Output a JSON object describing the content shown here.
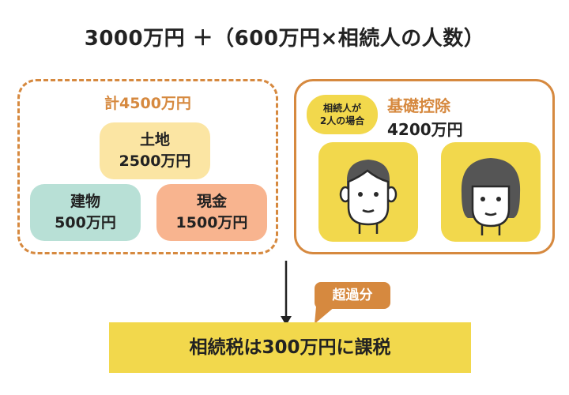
{
  "formula": "3000万円 ＋（600万円×相続人の人数）",
  "estate": {
    "total": "計4500万円",
    "assets": [
      {
        "name": "土地",
        "amount": "2500万円",
        "color": "#fbe5a3"
      },
      {
        "name": "建物",
        "amount": "500万円",
        "color": "#b8e0d6"
      },
      {
        "name": "現金",
        "amount": "1500万円",
        "color": "#f8b48f"
      }
    ]
  },
  "deduction": {
    "badge_line1": "相続人が",
    "badge_line2": "2人の場合",
    "title": "基礎控除",
    "amount": "4200万円",
    "heirs_icons": [
      "man-avatar-icon",
      "woman-avatar-icon"
    ]
  },
  "excess_tag": "超過分",
  "result": "相続税は300万円に課税",
  "colors": {
    "accent_orange": "#d6893f",
    "accent_yellow": "#f2d84c",
    "text": "#222222"
  }
}
